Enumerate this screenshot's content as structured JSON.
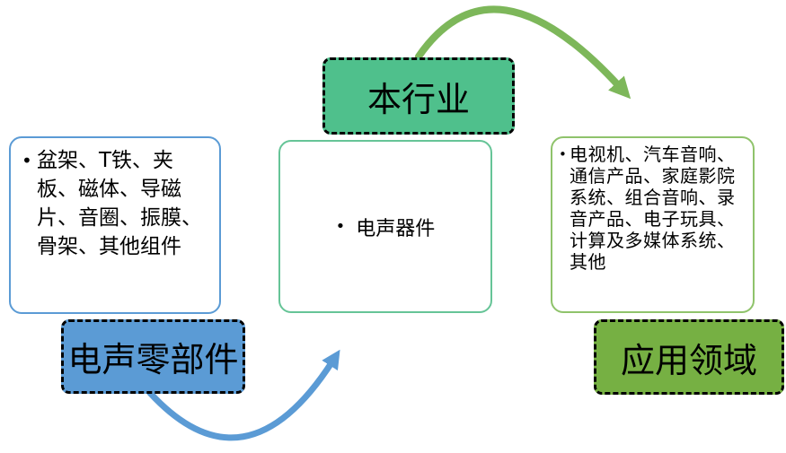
{
  "bullet": "•",
  "nodes": {
    "components": {
      "tag": "电声零部件",
      "content": "盆架、T铁、夹板、磁体、导磁片、音圈、振膜、骨架、其他组件"
    },
    "industry": {
      "tag": "本行业",
      "content": "电声器件"
    },
    "applications": {
      "tag": "应用领域",
      "content": "电视机、汽车音响、通信产品、家庭影院系统、组合音响、录音产品、电子玩具、计算及多媒体系统、其他"
    }
  },
  "colors": {
    "blue_fill": "#5B9BD5",
    "blue_box_border": "#5B9BD5",
    "emerald_fill": "#4FC08C",
    "mint_box_border": "#66C497",
    "olive_fill": "#76B043",
    "olive_box_border": "#8FC36B",
    "arrow_blue": "#5B9BD5",
    "arrow_green": "#7DB75A",
    "tag_border": "#000000",
    "text": "#000000"
  }
}
